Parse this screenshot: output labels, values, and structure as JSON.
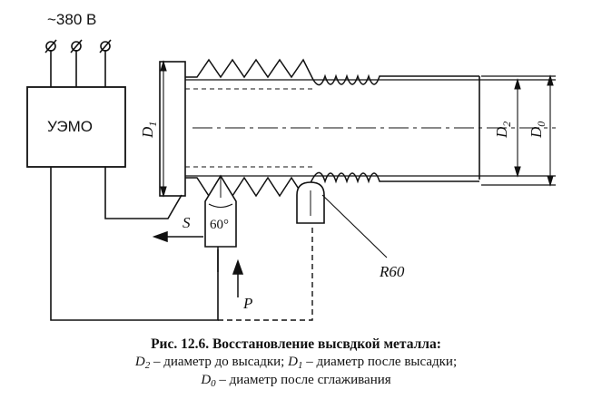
{
  "figure": {
    "supply_label": "~380 В",
    "controller_label": "УЭМО",
    "dim_d1": "D",
    "dim_d1_sub": "1",
    "dim_d2": "D",
    "dim_d2_sub": "2",
    "dim_d0": "D",
    "dim_d0_sub": "0",
    "feed_label": "S",
    "angle_label": "60°",
    "force_label": "P",
    "radius_label": "R60"
  },
  "caption": {
    "title": "Рис. 12.6. Восстановление высвдкой металла:",
    "line2_d2": "D",
    "line2_d2_sub": "2",
    "line2_text_a": " – диаметр до высадки; ",
    "line2_d1": "D",
    "line2_d1_sub": "1",
    "line2_text_b": " – диаметр после высадки;",
    "line3_d0": "D",
    "line3_d0_sub": "0",
    "line3_text": " – диаметр после сглаживания"
  }
}
